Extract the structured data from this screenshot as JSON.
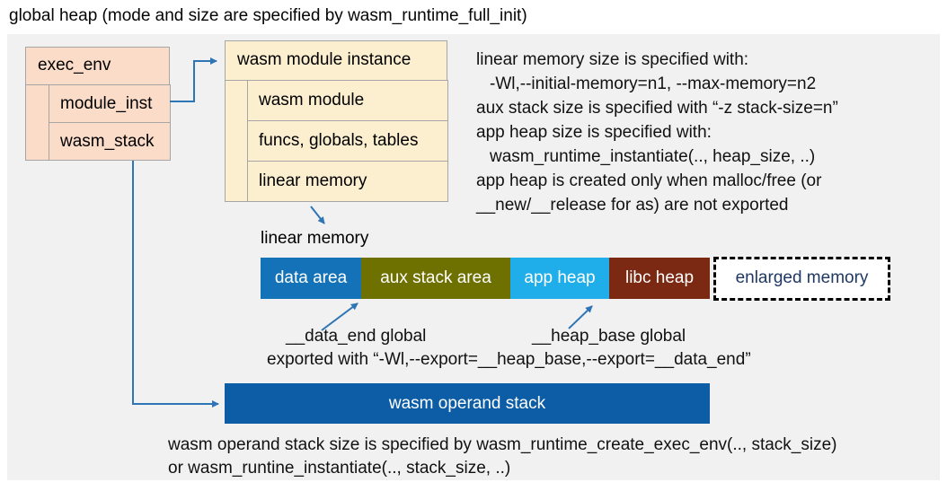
{
  "title": "global heap (mode and size are specified by wasm_runtime_full_init)",
  "exec_env": {
    "header": "exec_env",
    "rows": [
      "module_inst",
      "wasm_stack"
    ]
  },
  "module_instance": {
    "header": "wasm module instance",
    "rows": [
      "wasm module",
      "funcs, globals, tables",
      "linear memory"
    ]
  },
  "notes_right": {
    "lines": [
      "linear memory size is specified with:",
      "-Wl,--initial-memory=n1, --max-memory=n2",
      "aux stack size is specified with “-z stack-size=n”",
      "app heap size is specified with:",
      "wasm_runtime_instantiate(.., heap_size, ..)",
      "app heap is created only when malloc/free (or",
      "__new/__release for as) are not exported"
    ]
  },
  "linear_memory": {
    "label": "linear memory",
    "segments": [
      "data area",
      "aux stack area",
      "app heap",
      "libc heap",
      "enlarged memory"
    ]
  },
  "annotations": {
    "data_end": "__data_end global",
    "heap_base": "__heap_base global",
    "exported": "exported with “-Wl,--export=__heap_base,--export=__data_end”"
  },
  "operand_stack": {
    "label": "wasm operand stack"
  },
  "notes_bottom": {
    "lines": [
      "wasm operand stack size is specified by wasm_runtime_create_exec_env(.., stack_size)",
      "or wasm_runtine_instantiate(.., stack_size, ..)"
    ]
  },
  "colors": {
    "panel": "#F1F1F2",
    "box_salmon": "#FBDCC8",
    "box_cream": "#FCEFD0",
    "box_border": "#A6A6A6",
    "data_area": "#1473B8",
    "aux_stack": "#6E7100",
    "app_heap": "#1FAEEA",
    "libc_heap": "#7B2912",
    "enlarged_text": "#1F3864",
    "operand_stack": "#0C5DA6",
    "connector": "#2E75B6"
  }
}
